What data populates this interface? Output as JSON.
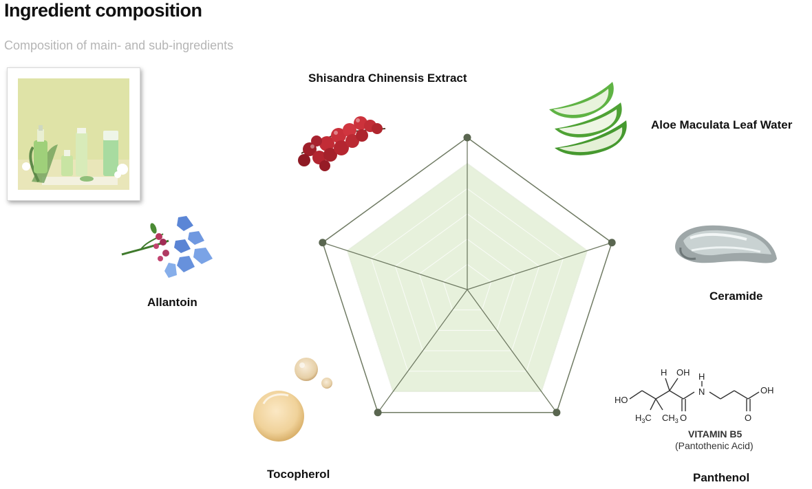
{
  "header": {
    "title": "Ingredient composition",
    "subtitle": "Composition of main- and sub-ingredients"
  },
  "chart_data": {
    "type": "radar",
    "axes": [
      "Shisandra Chinensis Extract",
      "Aloe Maculata Leaf Water",
      "Panthenol",
      "Tocopherol",
      "Allantoin"
    ],
    "series": [
      {
        "values": [
          0.83,
          0.83,
          0.83,
          0.83,
          0.83
        ],
        "color": "#e3efd6"
      }
    ],
    "rmax": 1,
    "axis_line_color": "#6f7a63"
  },
  "ingredients": {
    "shisandra": "Shisandra Chinensis Extract",
    "aloe": "Aloe Maculata Leaf Water",
    "ceramide": "Ceramide",
    "allantoin": "Allantoin",
    "tocopherol": "Tocopherol",
    "panthenol": "Panthenol"
  },
  "molecule": {
    "name": "VITAMIN B5",
    "subname": "(Pantothenic Acid)",
    "atoms": {
      "h_top": "H",
      "oh_top": "OH",
      "ho_left": "HO",
      "h3c": "H",
      "h3c_sub": "3",
      "h3c_c": "C",
      "ch3": "CH",
      "ch3_sub": "3",
      "o_mid": "O",
      "n_h": "H",
      "n": "N",
      "oh_right": "OH",
      "o_right": "O"
    }
  },
  "colors": {
    "radar_fill": "#e3efd6",
    "radar_stroke": "#6f7a63",
    "marker": "#5a6650"
  }
}
